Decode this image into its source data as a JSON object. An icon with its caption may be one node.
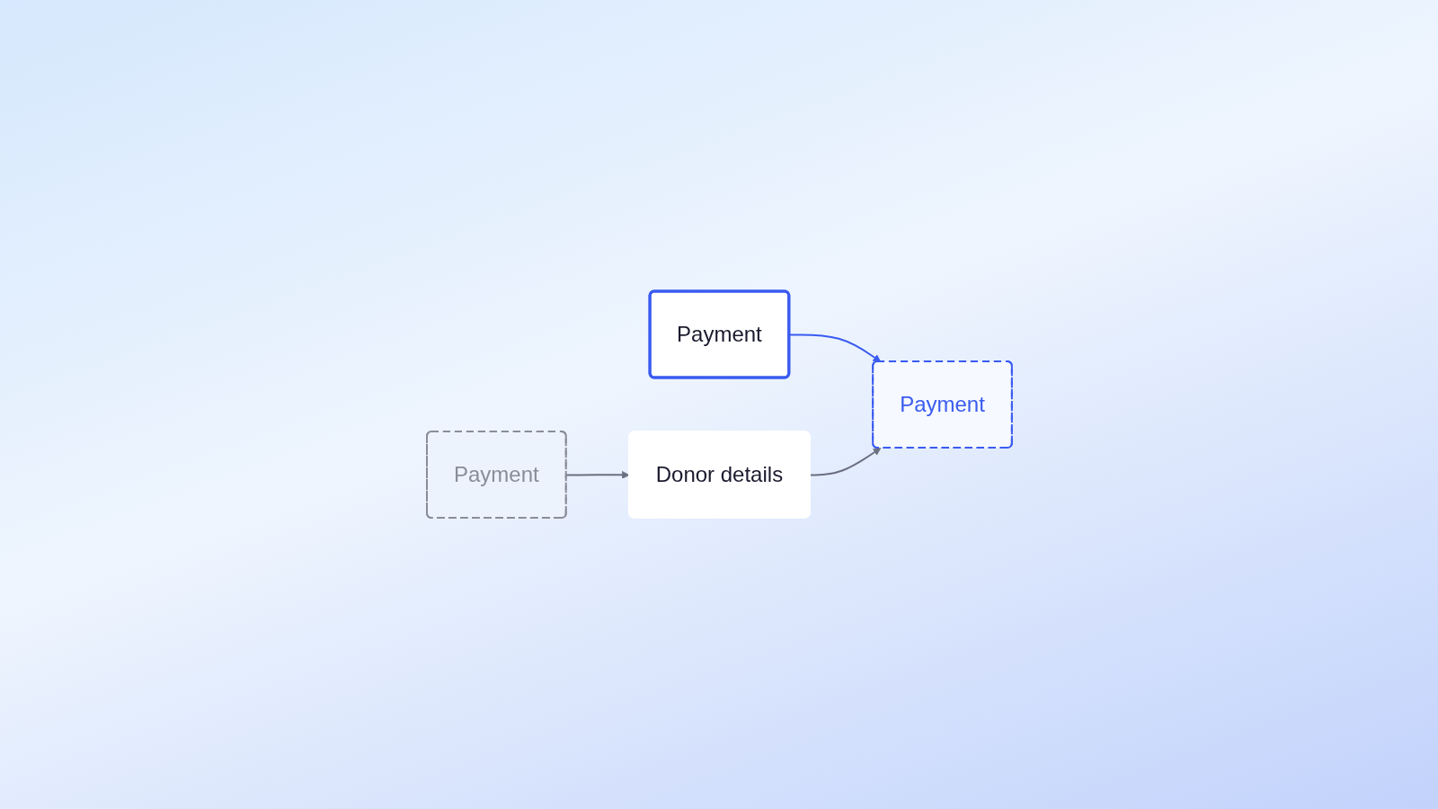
{
  "diagram": {
    "nodes": [
      {
        "text": [
          "Payment"
        ]
      },
      {
        "text": [
          "Payment"
        ]
      },
      {
        "text": [
          "Donor details"
        ]
      },
      {
        "text": [
          "Payment"
        ]
      }
    ],
    "edges": [
      {
        "from": 0,
        "to": 3,
        "arrow": "to",
        "color": "#3a5bf0"
      },
      {
        "from": 1,
        "to": 2,
        "arrow": "to"
      },
      {
        "from": 2,
        "to": 3,
        "arrow": "to"
      }
    ]
  }
}
